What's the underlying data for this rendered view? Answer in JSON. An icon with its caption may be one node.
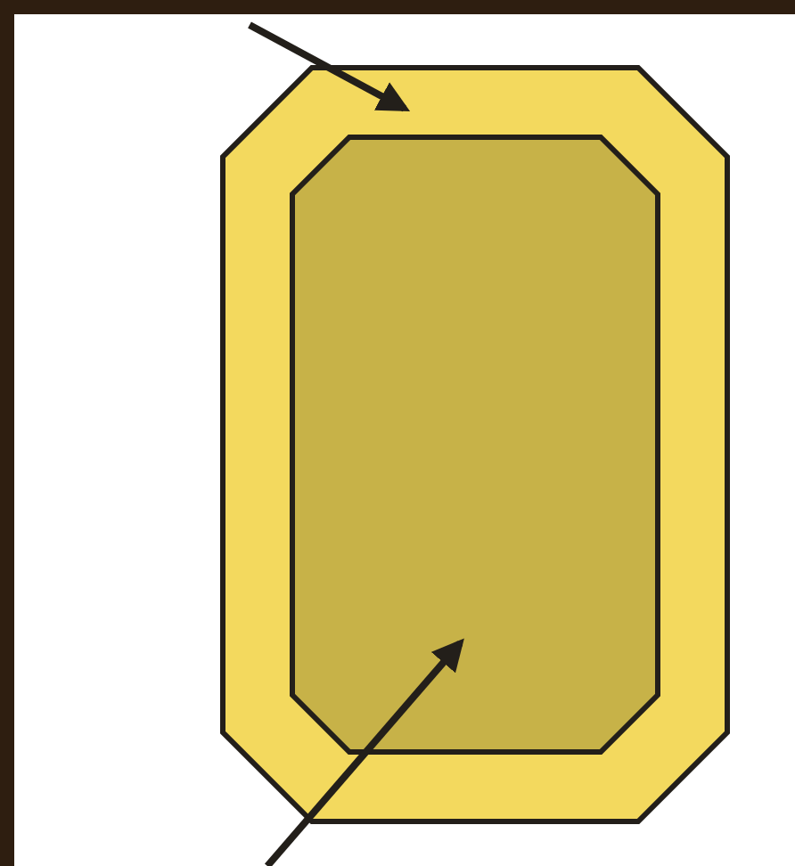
{
  "diagram": {
    "nodes": [
      {
        "text": [],
        "shape": "octagon"
      },
      {
        "text": [],
        "shape": "octagon",
        "in": 0
      }
    ],
    "edges": [
      {
        "from": null,
        "to": 0,
        "arrow": "to"
      },
      {
        "from": null,
        "to": 1,
        "arrow": "to"
      }
    ]
  }
}
